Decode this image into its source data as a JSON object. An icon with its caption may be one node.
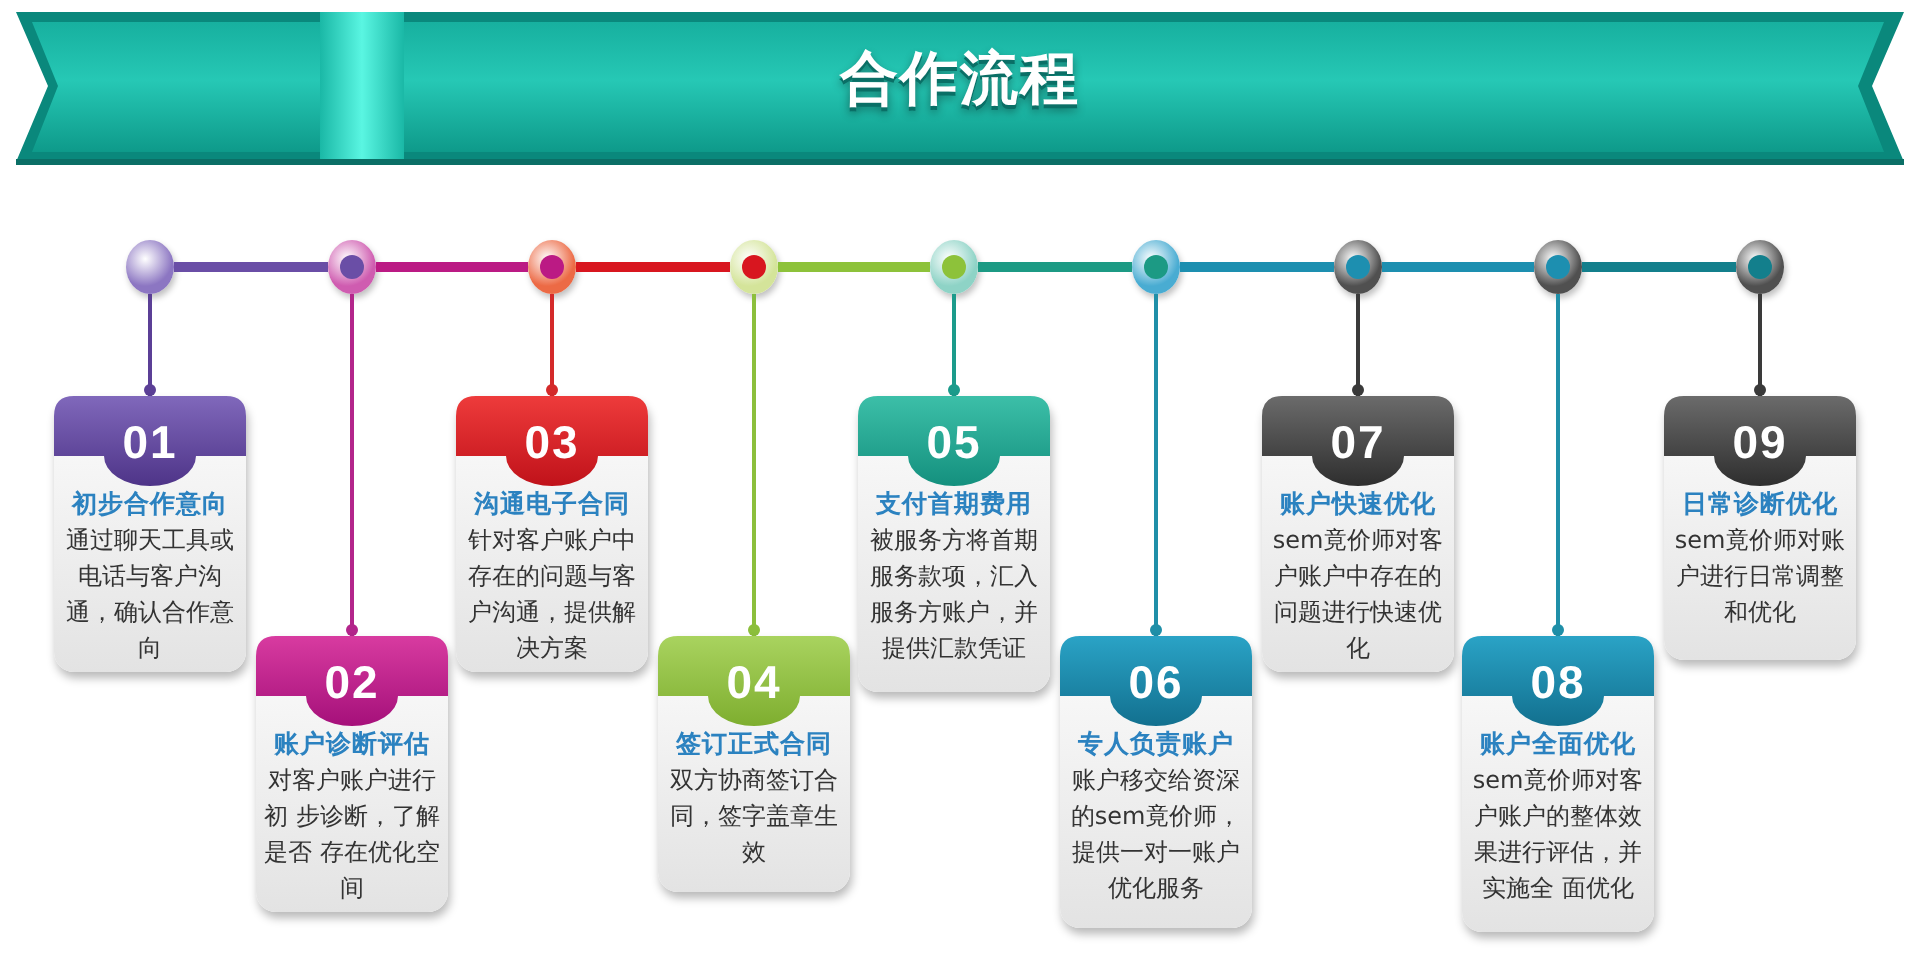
{
  "diagram": {
    "title": "合作流程",
    "nodes": [
      {
        "text": [],
        "shape": "circle"
      },
      {
        "text": [],
        "shape": "circle"
      },
      {
        "text": [],
        "shape": "circle"
      },
      {
        "text": [],
        "shape": "circle"
      },
      {
        "text": [],
        "shape": "circle"
      },
      {
        "text": [],
        "shape": "circle"
      },
      {
        "text": [],
        "shape": "circle"
      },
      {
        "text": [],
        "shape": "circle"
      },
      {
        "text": [],
        "shape": "circle"
      },
      {
        "text": [
          "01",
          "初步合作意向",
          "通过聊天工具或电话与客户沟通，确认合作意向"
        ]
      },
      {
        "text": [
          "02",
          "账户诊断评估",
          "对客户账户进行初 步诊断，了解是否 存在优化空间"
        ]
      },
      {
        "text": [
          "03",
          "沟通电子合同",
          "针对客户账户中存在的问题与客户沟通，提供解决方案"
        ]
      },
      {
        "text": [
          "04",
          "签订正式合同",
          "双方协商签订合同，签字盖章生效"
        ]
      },
      {
        "text": [
          "05",
          "支付首期费用",
          "被服务方将首期服务款项，汇入服务方账户，并提供汇款凭证"
        ]
      },
      {
        "text": [
          "06",
          "专人负责账户",
          "账户移交给资深的sem竟价师，提供一对一账户优化服务"
        ]
      },
      {
        "text": [
          "07",
          "账户快速优化",
          "sem竟价师对客户账户中存在的问题进行快速优化"
        ]
      },
      {
        "text": [
          "08",
          "账户全面优化",
          "sem竟价师对客户账户的整体效果进行评估，并实施全 面优化"
        ]
      },
      {
        "text": [
          "09",
          "日常诊断优化",
          "sem竟价师对账户进行日常调整和优化"
        ]
      }
    ],
    "edges": [
      {
        "from": 0,
        "to": 1,
        "arrow": "other",
        "style": "thick",
        "color": "#6a4ea6"
      },
      {
        "from": 1,
        "to": 2,
        "arrow": "other",
        "style": "thick",
        "color": "#bb1a84"
      },
      {
        "from": 2,
        "to": 3,
        "arrow": "other",
        "style": "thick",
        "color": "#d8161f"
      },
      {
        "from": 3,
        "to": 4,
        "arrow": "other",
        "style": "thick",
        "color": "#8dc23a"
      },
      {
        "from": 4,
        "to": 5,
        "arrow": "other",
        "style": "thick",
        "color": "#1c9a84"
      },
      {
        "from": 5,
        "to": 6,
        "arrow": "other",
        "style": "thick",
        "color": "#1d8fb0"
      },
      {
        "from": 6,
        "to": 7,
        "arrow": "other",
        "style": "thick",
        "color": "#1d8fb0"
      },
      {
        "from": 7,
        "to": 8,
        "arrow": "other",
        "style": "thick",
        "color": "#137f8c"
      },
      {
        "from": 0,
        "to": 9,
        "arrow": "other",
        "color": "#5b3f96"
      },
      {
        "from": 1,
        "to": 10,
        "arrow": "other",
        "color": "#b3258b"
      },
      {
        "from": 2,
        "to": 11,
        "arrow": "other",
        "color": "#d42a2a"
      },
      {
        "from": 3,
        "to": 12,
        "arrow": "other",
        "color": "#8cbf3c"
      },
      {
        "from": 4,
        "to": 13,
        "arrow": "other",
        "color": "#1b9b8b"
      },
      {
        "from": 5,
        "to": 14,
        "arrow": "other",
        "color": "#1f8fa8"
      },
      {
        "from": 6,
        "to": 15,
        "arrow": "other",
        "color": "#3a3a3a"
      },
      {
        "from": 7,
        "to": 16,
        "arrow": "other",
        "color": "#1f8fa8"
      },
      {
        "from": 8,
        "to": 17,
        "arrow": "other",
        "color": "#3a3a3a"
      }
    ]
  }
}
